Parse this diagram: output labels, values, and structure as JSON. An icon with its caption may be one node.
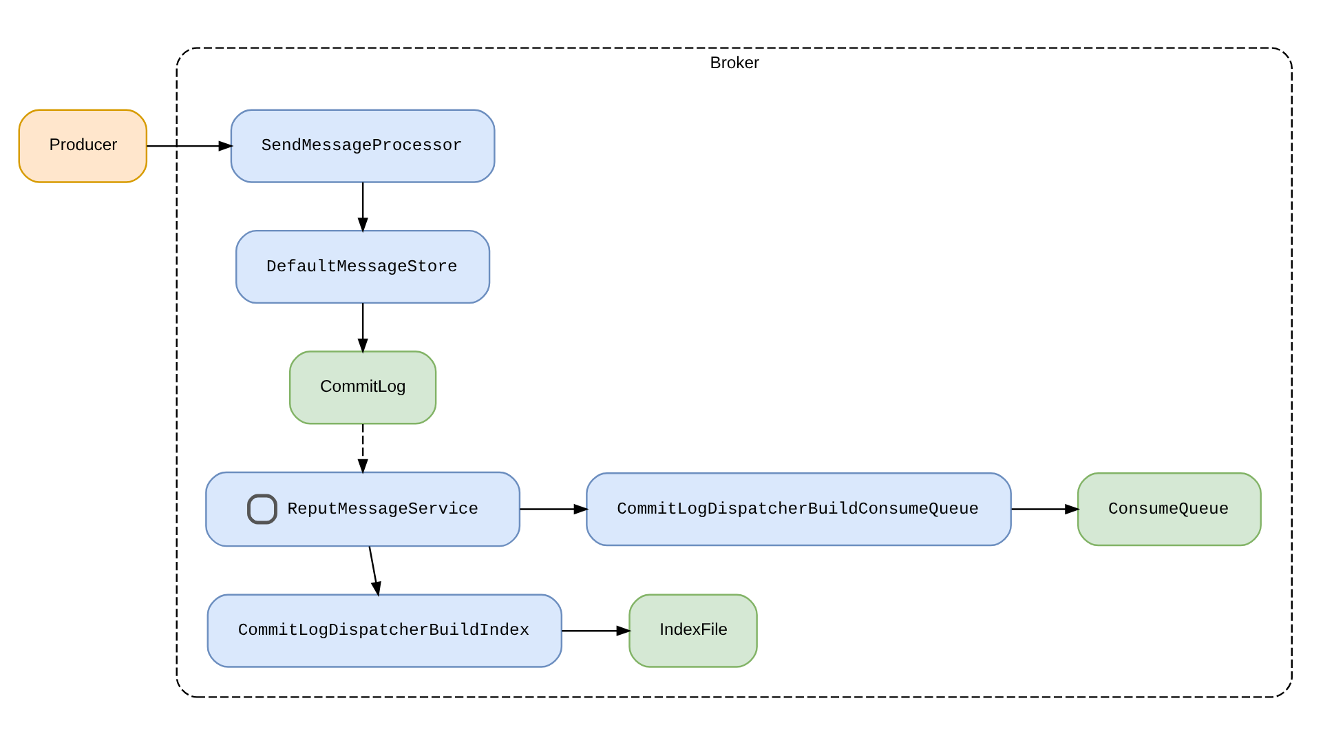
{
  "diagram": {
    "nodes": [
      {
        "text": [
          "Broker"
        ]
      },
      {
        "text": [
          "Producer"
        ]
      },
      {
        "text": [
          "SendMessageProcessor"
        ],
        "in": 0
      },
      {
        "text": [
          "DefaultMessageStore"
        ],
        "in": 0
      },
      {
        "text": [
          "CommitLog"
        ],
        "in": 0
      },
      {
        "text": [
          "ReputMessageService"
        ],
        "in": 0
      },
      {
        "text": [
          "CommitLogDispatcherBuildConsumeQueue"
        ],
        "in": 0
      },
      {
        "text": [
          "ConsumeQueue"
        ],
        "in": 0
      },
      {
        "text": [
          "CommitLogDispatcherBuildIndex"
        ],
        "in": 0
      },
      {
        "text": [
          "IndexFile"
        ],
        "in": 0
      }
    ],
    "edges": [
      {
        "from": 1,
        "to": 2,
        "arrow": "to"
      },
      {
        "from": 2,
        "to": 3,
        "arrow": "to"
      },
      {
        "from": 3,
        "to": 4,
        "arrow": "to"
      },
      {
        "from": 4,
        "to": 5,
        "arrow": "to",
        "style": "dashed"
      },
      {
        "from": 5,
        "to": 6,
        "arrow": "to"
      },
      {
        "from": 5,
        "to": 8,
        "arrow": "to"
      },
      {
        "from": 6,
        "to": 7,
        "arrow": "to"
      },
      {
        "from": 8,
        "to": 9,
        "arrow": "to"
      }
    ]
  }
}
